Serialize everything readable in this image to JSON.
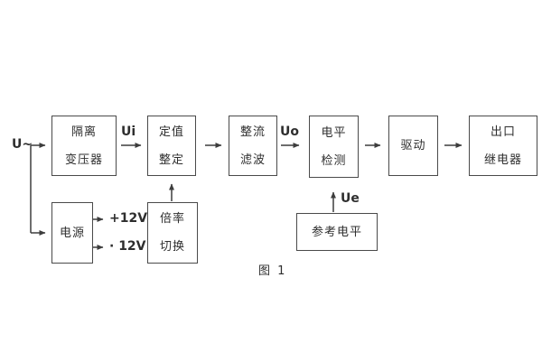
{
  "diagram": {
    "caption": "图 1",
    "labels": {
      "input_voltage": "U~",
      "ui": "Ui",
      "uo": "Uo",
      "ue": "Ue",
      "plus12v": "+12V",
      "minus12v": "· 12V"
    },
    "blocks": {
      "isolation_transformer": {
        "line1": "隔离",
        "line2": "变压器"
      },
      "setting_adjustment": {
        "line1": "定值",
        "line2": "整定"
      },
      "rectifier_filter": {
        "line1": "整流",
        "line2": "滤波"
      },
      "level_detection": {
        "line1": "电平",
        "line2": "检测"
      },
      "driver": {
        "line1": "驱动"
      },
      "output_relay": {
        "line1": "出口",
        "line2": "继电器"
      },
      "power_supply": {
        "line1": "电源"
      },
      "ratio_switching": {
        "line1": "倍率",
        "line2": "切换"
      },
      "reference_level": {
        "line1": "参考电平"
      }
    },
    "colors": {
      "line": "#3d3d3d",
      "border": "#4a4a4a",
      "text": "#2e2e2e",
      "background": "#ffffff"
    }
  }
}
